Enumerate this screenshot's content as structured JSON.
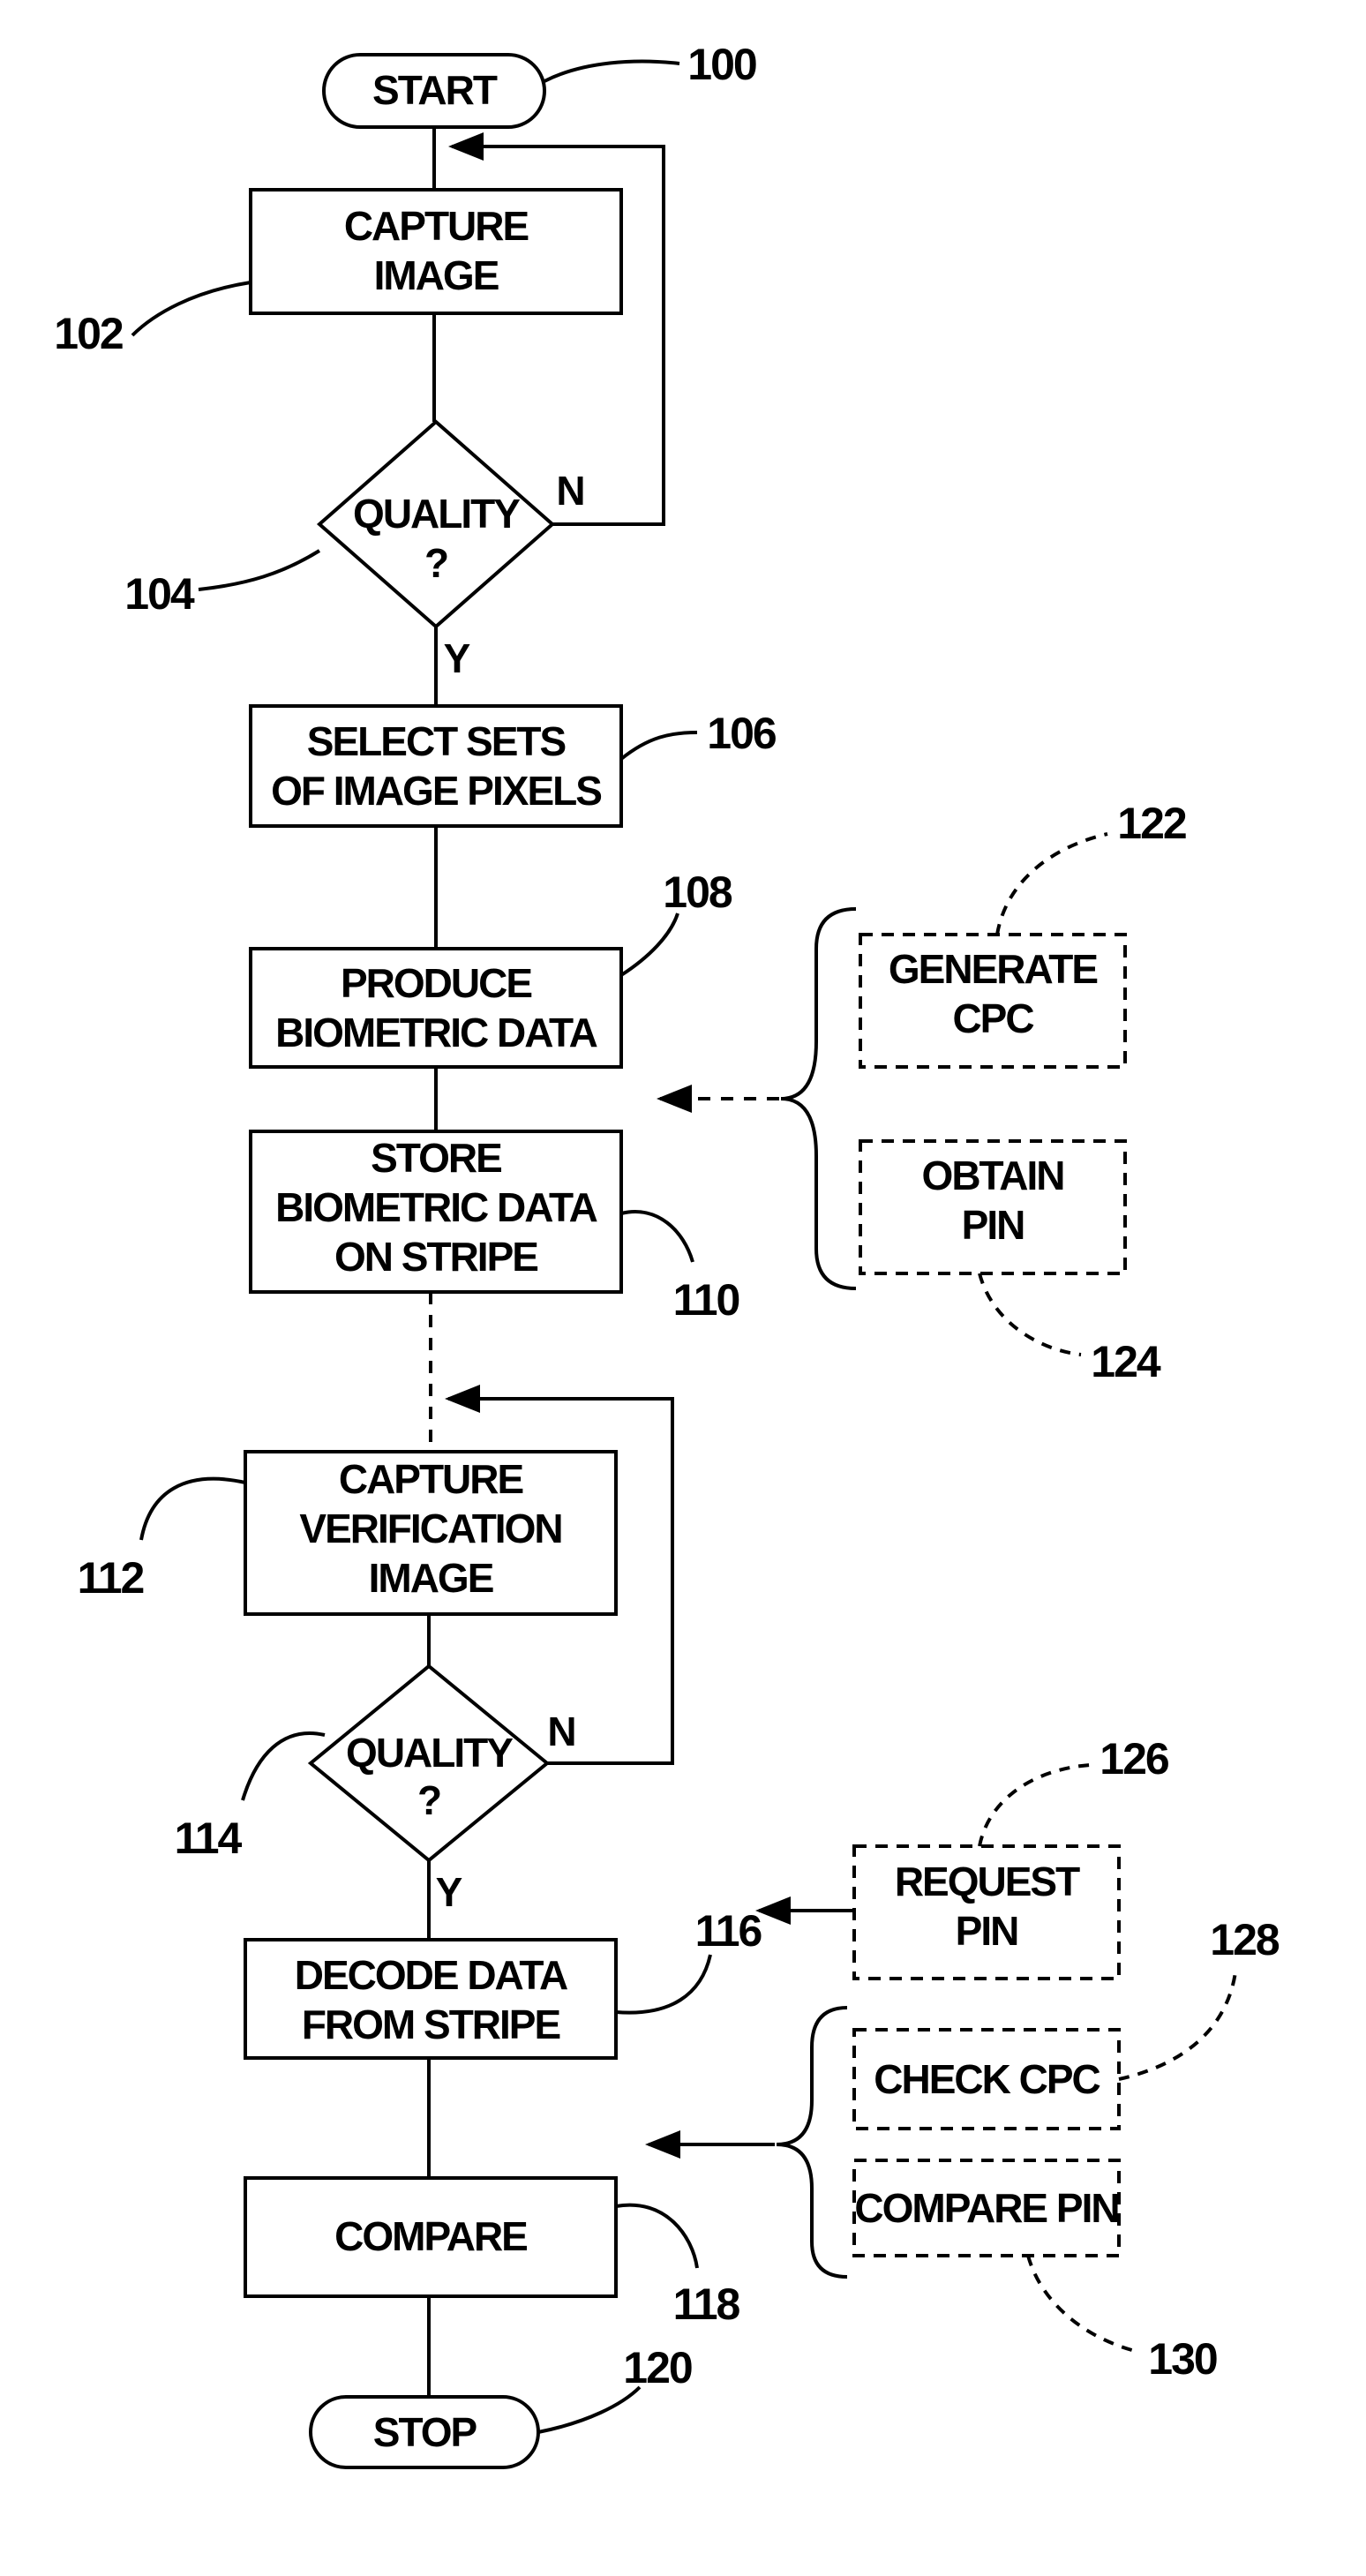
{
  "nodes": {
    "start": {
      "lines": [
        "START"
      ],
      "ref": "100"
    },
    "capture_image": {
      "lines": [
        "CAPTURE",
        "IMAGE"
      ],
      "ref": "102"
    },
    "quality_1": {
      "lines": [
        "QUALITY",
        "?"
      ],
      "ref": "104",
      "yes": "Y",
      "no": "N"
    },
    "select_sets": {
      "lines": [
        "SELECT SETS",
        "OF IMAGE PIXELS"
      ],
      "ref": "106"
    },
    "produce_biometric": {
      "lines": [
        "PRODUCE",
        "BIOMETRIC DATA"
      ],
      "ref": "108"
    },
    "store_biometric": {
      "lines": [
        "STORE",
        "BIOMETRIC DATA",
        "ON STRIPE"
      ],
      "ref": "110"
    },
    "capture_verification": {
      "lines": [
        "CAPTURE",
        "VERIFICATION",
        "IMAGE"
      ],
      "ref": "112"
    },
    "quality_2": {
      "lines": [
        "QUALITY",
        "?"
      ],
      "ref": "114",
      "yes": "Y",
      "no": "N"
    },
    "decode_data": {
      "lines": [
        "DECODE DATA",
        "FROM STRIPE"
      ],
      "ref": "116"
    },
    "compare": {
      "lines": [
        "COMPARE"
      ],
      "ref": "118"
    },
    "stop": {
      "lines": [
        "STOP"
      ],
      "ref": "120"
    },
    "generate_cpc": {
      "lines": [
        "GENERATE",
        "CPC"
      ],
      "ref": "122"
    },
    "obtain_pin": {
      "lines": [
        "OBTAIN",
        "PIN"
      ],
      "ref": "124"
    },
    "request_pin": {
      "lines": [
        "REQUEST",
        "PIN"
      ],
      "ref": "126"
    },
    "check_cpc": {
      "lines": [
        "CHECK CPC"
      ],
      "ref": "128"
    },
    "compare_pin": {
      "lines": [
        "COMPARE PIN"
      ],
      "ref": "130"
    }
  }
}
